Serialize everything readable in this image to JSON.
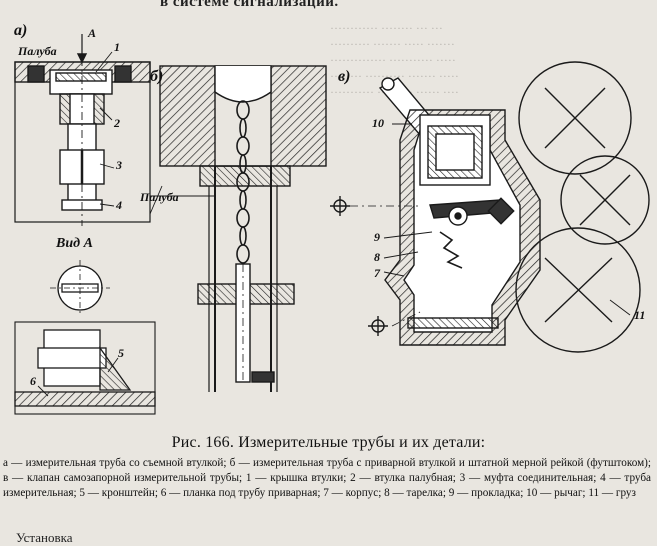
{
  "header_fragment": "в системе сигнализации.",
  "panels": {
    "a_label": "а)",
    "b_label": "б)",
    "v_label": "в)",
    "a_deck_label": "Палуба",
    "a_arrow_label": "А",
    "b_deck_label": "Палуба",
    "view_label": "Вид А",
    "callouts_a": [
      "1",
      "2",
      "3",
      "4",
      "5",
      "6"
    ],
    "callouts_v": [
      "7",
      "8",
      "9",
      "10",
      "11"
    ]
  },
  "caption": {
    "title": "Рис. 166. Измерительные трубы и их детали:",
    "body": "а — измерительная труба со съемной втулкой; б — измерительная труба с приварной втулкой и штатной мерной рейкой (футштоком); в — клапан самозапорной измерительной трубы; 1 — крышка втулки; 2 — втулка палубная; 3 — муфта соединительная; 4 — труба измерительная; 5 — кронштейн; 6 — планка под трубу приварная; 7 — корпус; 8 — тарелка; 9 — прокладка; 10 — рычаг; 11 — груз"
  },
  "footer_fragment": "Установка",
  "colors": {
    "ink": "#1a1a1a",
    "paper": "#e9e6e0",
    "ghost": "#b9b6b0"
  }
}
